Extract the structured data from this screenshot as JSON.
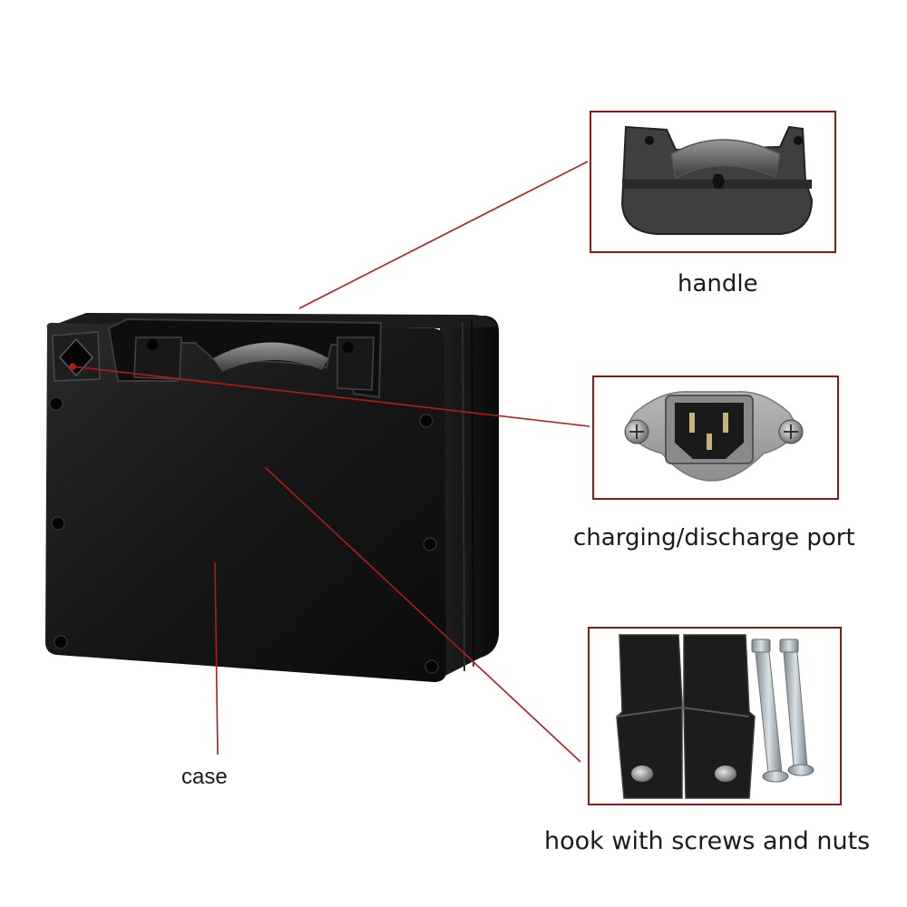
{
  "labels": {
    "handle": "handle",
    "port": "charging/discharge port",
    "case": "case",
    "hook": "hook with screws and nuts"
  },
  "colors": {
    "leader_line": "#b01c1c",
    "callout_frame": "#8b1a1a",
    "case_body": "#141414"
  }
}
